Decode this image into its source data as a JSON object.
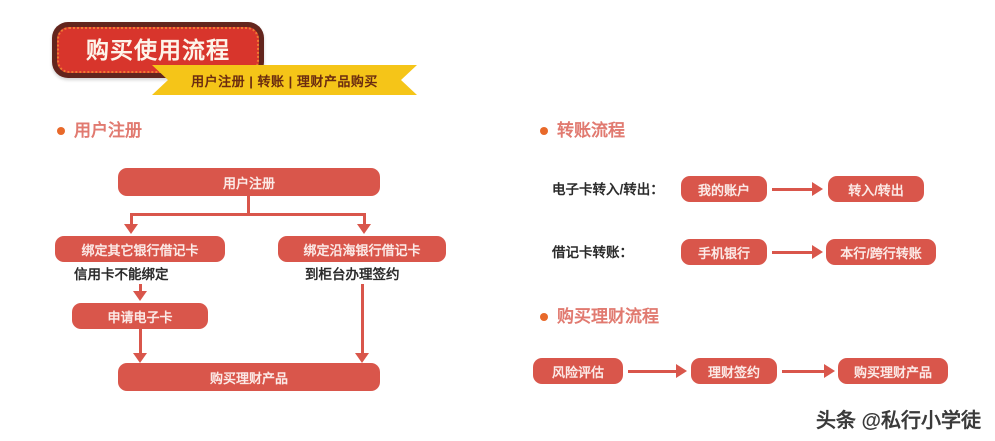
{
  "banner": {
    "title": "购买使用流程",
    "ribbon": "用户注册 | 转账 | 理财产品购买",
    "frame_color": "#63251d",
    "inner_color": "#d8352c",
    "dot_color": "#f07a32",
    "ribbon_color": "#f5c518",
    "ribbon_text_color": "#6b2c10"
  },
  "theme": {
    "box_fill": "#d9564b",
    "box_text": "#fbe9e6",
    "heading_text": "#e17a70",
    "bullet": "#e8692a",
    "label_text": "#2b2b2b",
    "background": "#ffffff"
  },
  "sections": {
    "registration": {
      "heading": "用户注册",
      "nodes": {
        "start": "用户注册",
        "bind_other_bank": "绑定其它银行借记卡",
        "bind_coastal_bank": "绑定沿海银行借记卡",
        "apply_ecard": "申请电子卡",
        "buy_product": "购买理财产品"
      },
      "notes": {
        "credit_card": "信用卡不能绑定",
        "counter_sign": "到柜台办理签约"
      }
    },
    "transfer": {
      "heading": "转账流程",
      "rows": [
        {
          "label": "电子卡转入/转出：",
          "from": "我的账户",
          "to": "转入/转出"
        },
        {
          "label": "借记卡转账：",
          "from": "手机银行",
          "to": "本行/跨行转账"
        }
      ]
    },
    "wealth": {
      "heading": "购买理财流程",
      "steps": [
        "风险评估",
        "理财签约",
        "购买理财产品"
      ]
    }
  },
  "watermark": {
    "text": "头条 @私行小学徒"
  }
}
